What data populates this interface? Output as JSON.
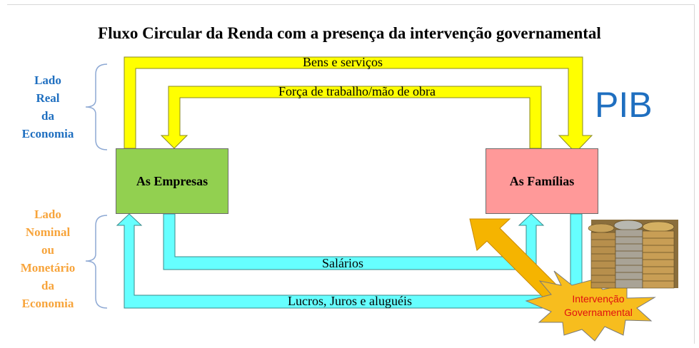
{
  "title": "Fluxo Circular da Renda com a presença da intervenção governamental",
  "labels": {
    "bens": "Bens e serviços",
    "forca": "Força de trabalho/mão de obra",
    "salarios": "Salários",
    "lucros": "Lucros, Juros e aluguéis"
  },
  "boxes": {
    "empresas": "As Empresas",
    "familias": "As Famílias"
  },
  "pib": "PIB",
  "side_real": [
    "Lado",
    "Real",
    "da",
    "Economia"
  ],
  "side_nominal": [
    "Lado",
    "Nominal",
    "ou",
    "Monetário",
    "da",
    "Economia"
  ],
  "gov": [
    "Intervenção",
    "Governamental"
  ],
  "colors": {
    "real_flow": "#ffff00",
    "nominal_flow": "#66ffff",
    "empresas_fill": "#92d050",
    "familias_fill": "#ff9999",
    "side_real": "#1f6fc0",
    "side_nominal": "#f7a43b",
    "government_arrow": "#f5b400",
    "starburst": "#f7bd1e"
  }
}
